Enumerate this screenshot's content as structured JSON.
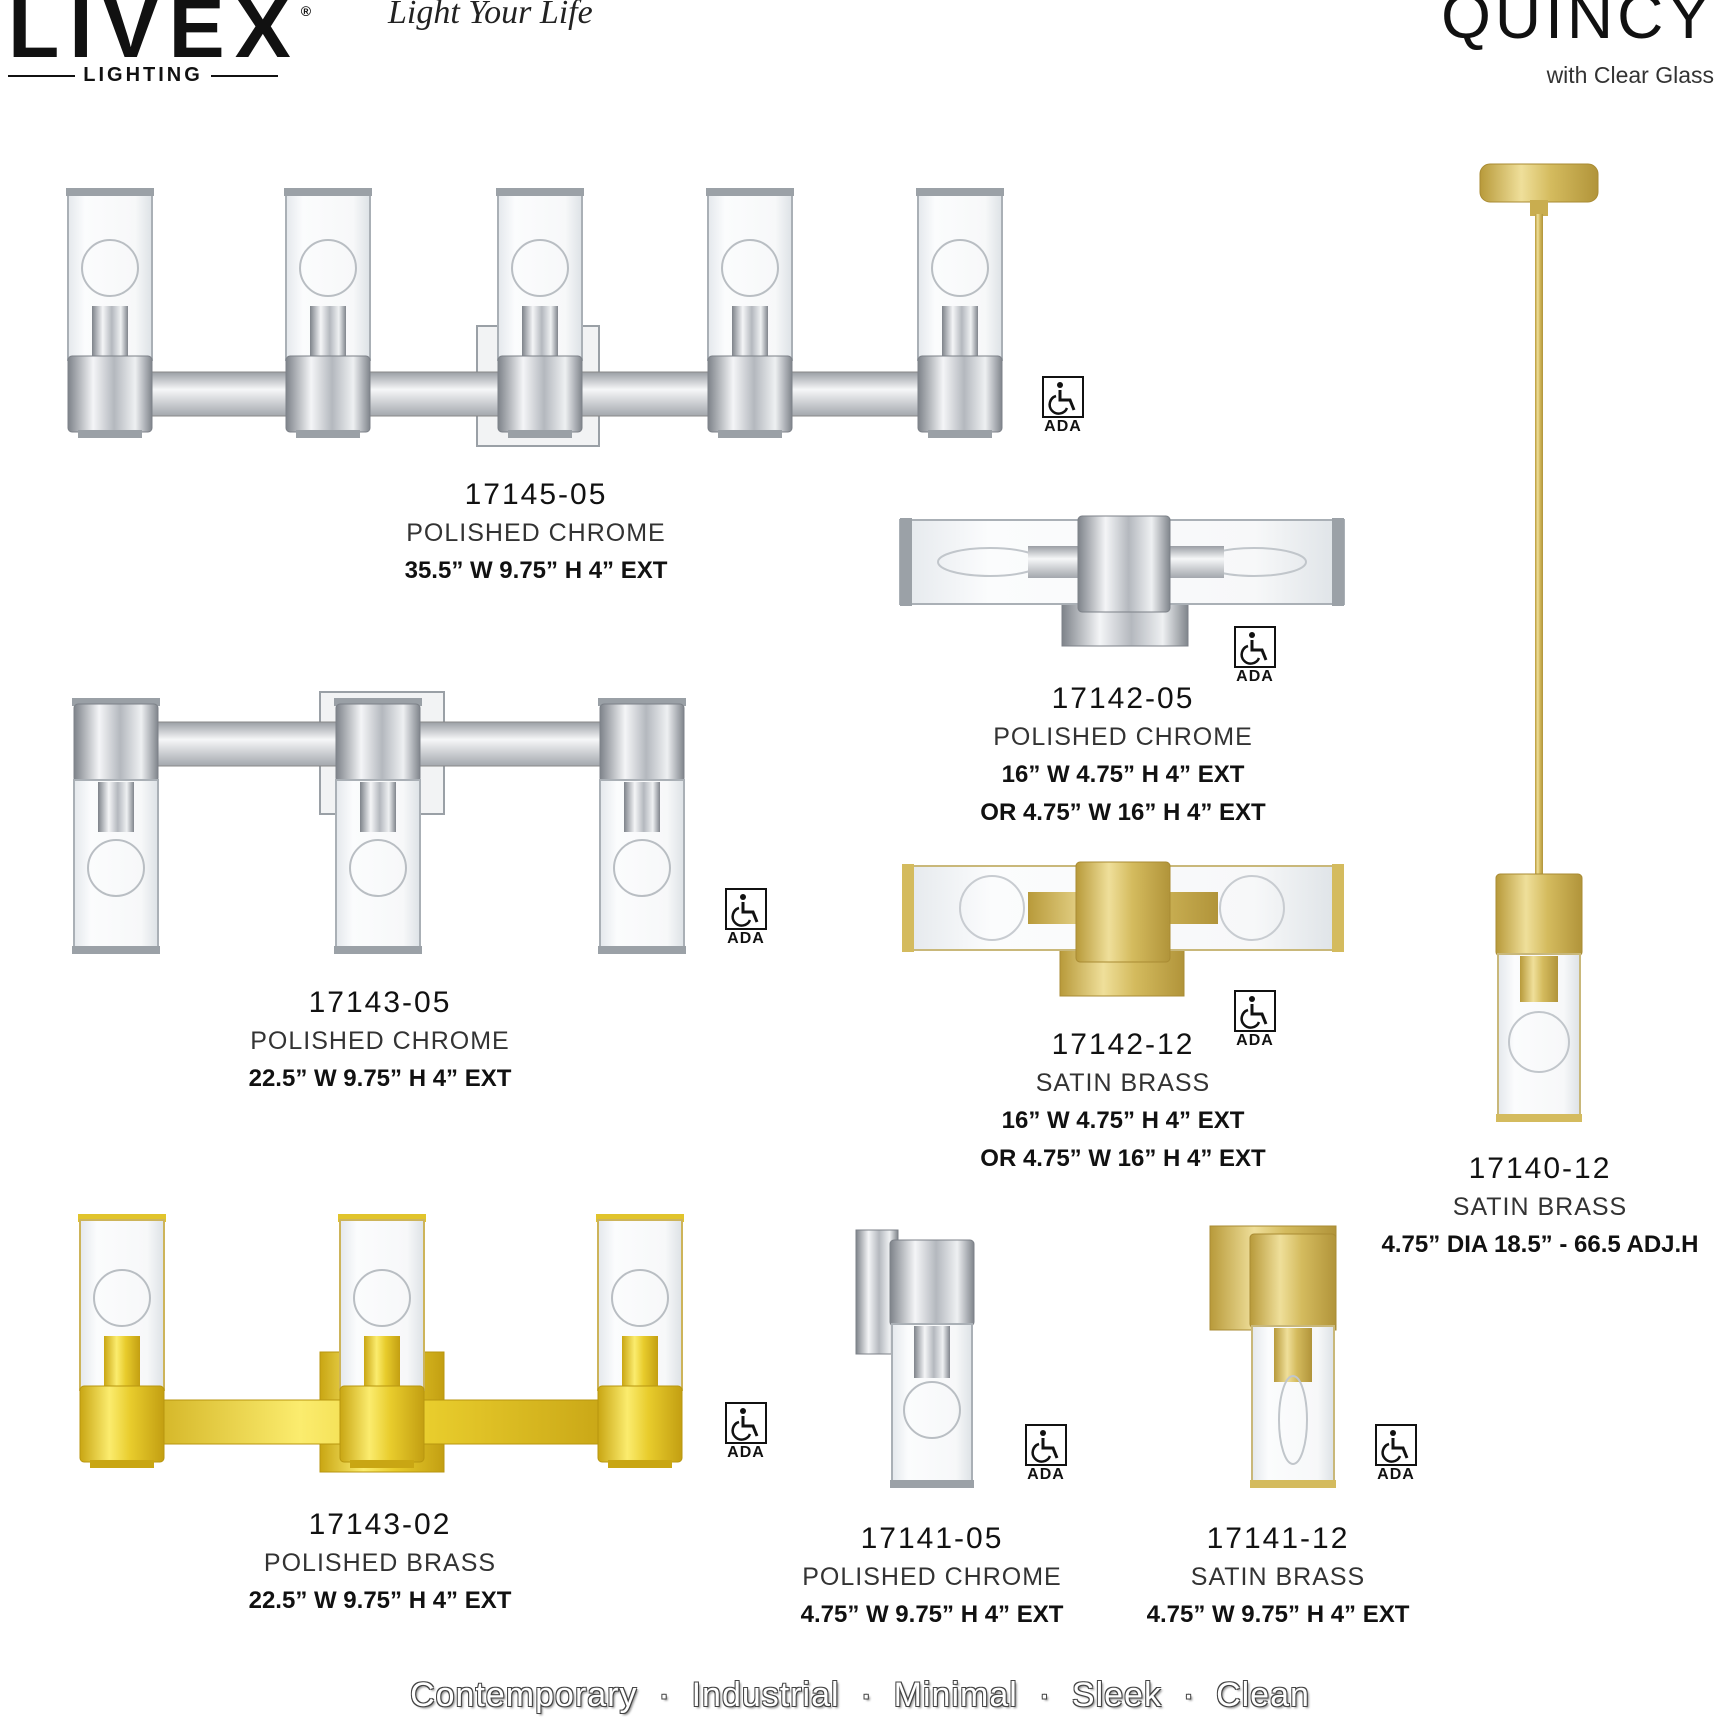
{
  "header": {
    "brand": "LIVEX",
    "brand_mark": "®",
    "brand_sub": "LIGHTING",
    "tagline": "Light Your Life",
    "series": "QUINCY",
    "series_sub": "with Clear Glass"
  },
  "ada_label": "ADA",
  "products": [
    {
      "model": "17145-05",
      "finish": "POLISHED CHROME",
      "dims": "35.5” W  9.75” H  4” EXT"
    },
    {
      "model": "17142-05",
      "finish": "POLISHED CHROME",
      "dims": "16” W  4.75” H  4” EXT",
      "dims_alt": "OR 4.75” W  16” H  4” EXT"
    },
    {
      "model": "17143-05",
      "finish": "POLISHED CHROME",
      "dims": "22.5” W  9.75” H  4” EXT"
    },
    {
      "model": "17142-12",
      "finish": "SATIN BRASS",
      "dims": "16” W  4.75” H  4” EXT",
      "dims_alt": "OR 4.75” W  16” H  4” EXT"
    },
    {
      "model": "17140-12",
      "finish": "SATIN BRASS",
      "dims": "4.75” DIA  18.5” - 66.5 ADJ.H"
    },
    {
      "model": "17143-02",
      "finish": "POLISHED BRASS",
      "dims": "22.5” W  9.75” H  4” EXT"
    },
    {
      "model": "17141-05",
      "finish": "POLISHED CHROME",
      "dims": "4.75” W  9.75” H  4” EXT"
    },
    {
      "model": "17141-12",
      "finish": "SATIN BRASS",
      "dims": "4.75” W  9.75” H  4” EXT"
    }
  ],
  "footer": "Contemporary  ·  Industrial  ·  Minimal  ·  Sleek  ·  Clean",
  "colors": {
    "chrome": "#c9ccd1",
    "satin_brass": "#dcc46a",
    "polished_brass": "#e9cf3a",
    "text": "#111111"
  }
}
